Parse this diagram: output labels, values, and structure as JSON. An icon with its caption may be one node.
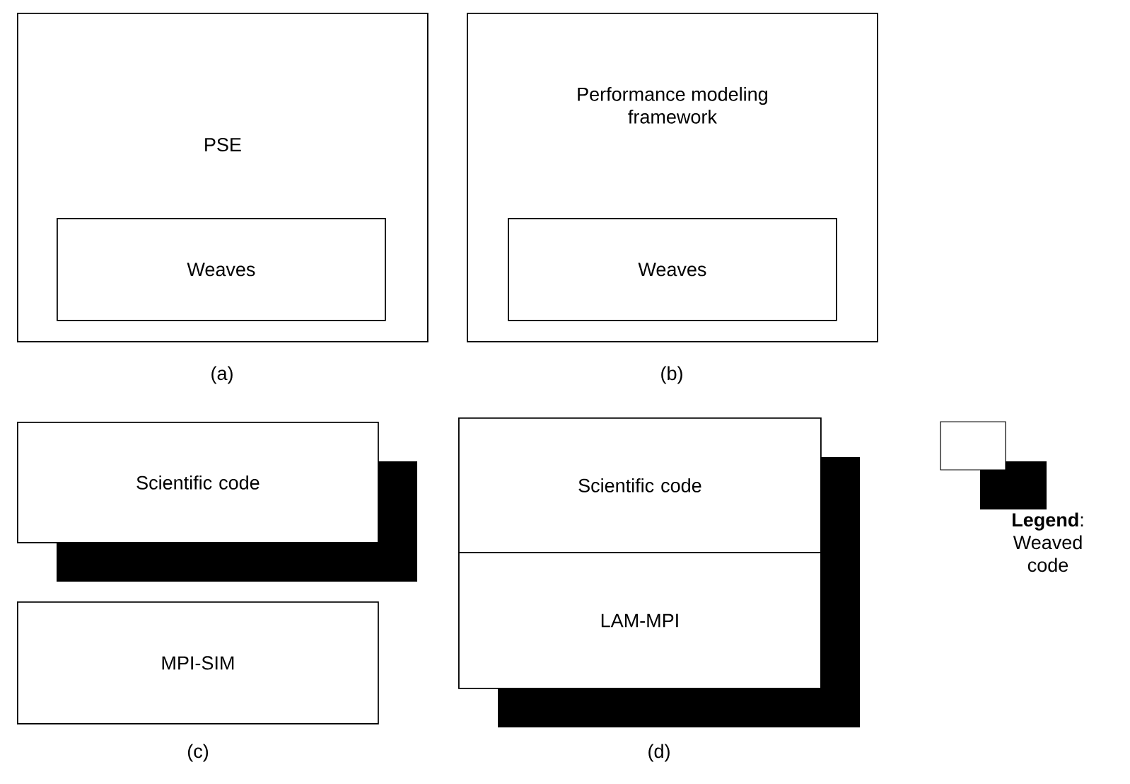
{
  "diagram": {
    "nodes": [
      {
        "text": [
          "PSE"
        ],
        "beside": [
          "(a)"
        ]
      },
      {
        "text": [
          "Weaves"
        ],
        "in": 0
      },
      {
        "text": [
          "Performance modeling framework"
        ],
        "beside": [
          "(b)"
        ]
      },
      {
        "text": [
          "Weaves"
        ],
        "in": 2
      },
      {
        "text": [
          "Scientific code"
        ]
      },
      {
        "text": [
          "MPI-SIM"
        ],
        "beside": [
          "(c)"
        ]
      },
      {
        "text": [
          "Scientific code"
        ]
      },
      {
        "text": [
          "LAM-MPI"
        ],
        "beside": [
          "(d)"
        ]
      }
    ],
    "legend": [
      {
        "text": "**Legend**: Weaved code"
      }
    ]
  }
}
